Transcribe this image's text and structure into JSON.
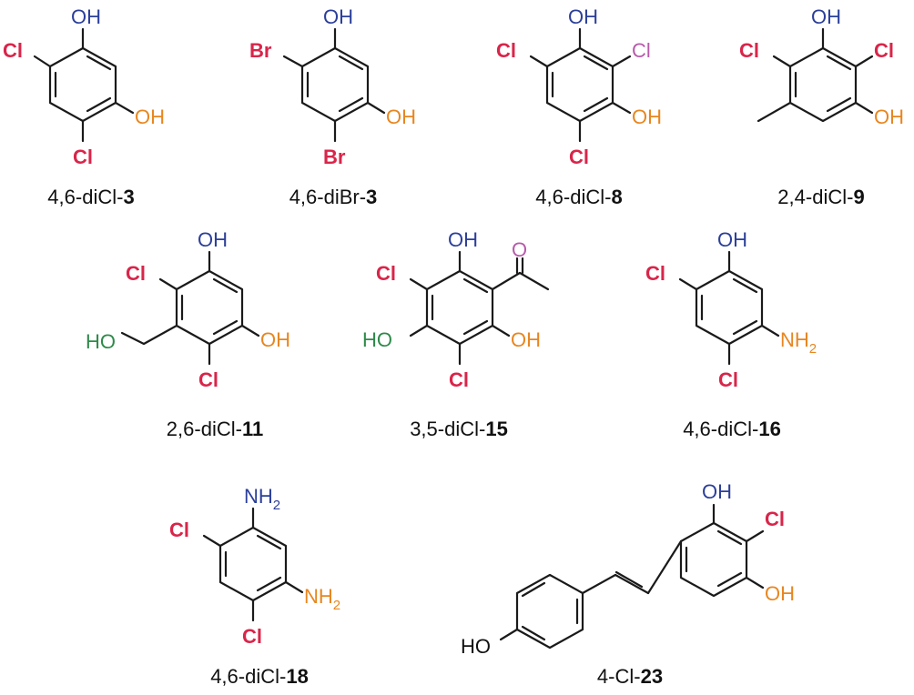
{
  "colors": {
    "bond": "#1a1a1a",
    "hydroxyl_blue": "#2b3f9a",
    "hydroxyl_orange": "#e8861f",
    "halogen_red": "#d9254a",
    "halogen_purple": "#b75aaa",
    "carbonyl_purple": "#b75aaa",
    "hydroxymethyl_green": "#2e8a4a",
    "para_hydroxyl_black": "#111111"
  },
  "compounds": [
    {
      "prefix": "4,6-diCl-",
      "number": "3",
      "labels": {
        "oh_top": "OH",
        "cl_left": "Cl",
        "oh_right": "OH",
        "cl_bottom": "Cl"
      }
    },
    {
      "prefix": "4,6-diBr-",
      "number": "3",
      "labels": {
        "oh_top": "OH",
        "br_left": "Br",
        "oh_right": "OH",
        "br_bottom": "Br"
      }
    },
    {
      "prefix": "4,6-diCl-",
      "number": "8",
      "labels": {
        "oh_top": "OH",
        "cl_left": "Cl",
        "cl_top_right": "Cl",
        "oh_right": "OH",
        "cl_bottom": "Cl"
      }
    },
    {
      "prefix": "2,4-diCl-",
      "number": "9",
      "labels": {
        "oh_top": "OH",
        "cl_left": "Cl",
        "cl_right": "Cl",
        "oh_right": "OH"
      }
    },
    {
      "prefix": "2,6-diCl-",
      "number": "11",
      "labels": {
        "oh_top": "OH",
        "cl_left": "Cl",
        "ho_left": "HO",
        "oh_right": "OH",
        "cl_bottom": "Cl"
      }
    },
    {
      "prefix": "3,5-diCl-",
      "number": "15",
      "labels": {
        "oh_top": "OH",
        "o_carbonyl": "O",
        "cl_left": "Cl",
        "ho_left": "HO",
        "oh_right": "OH",
        "cl_bottom": "Cl"
      }
    },
    {
      "prefix": "4,6-diCl-",
      "number": "16",
      "labels": {
        "oh_top": "OH",
        "cl_left": "Cl",
        "nh2_right": "NH",
        "nh2_sub": "2",
        "cl_bottom": "Cl"
      }
    },
    {
      "prefix": "4,6-diCl-",
      "number": "18",
      "labels": {
        "nh2_top": "NH",
        "nh2_top_sub": "2",
        "cl_left": "Cl",
        "nh2_right": "NH",
        "nh2_right_sub": "2",
        "cl_bottom": "Cl"
      }
    },
    {
      "prefix": "4-Cl-",
      "number": "23",
      "labels": {
        "oh_top": "OH",
        "cl_right": "Cl",
        "oh_right": "OH",
        "ho_left": "HO"
      }
    }
  ]
}
